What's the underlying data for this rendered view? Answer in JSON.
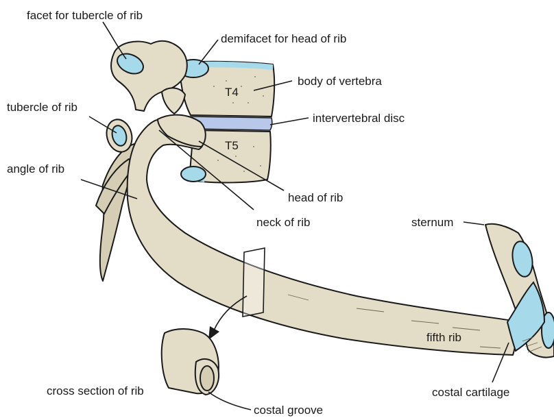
{
  "labels": {
    "facet_tubercle": "facet for tubercle of rib",
    "demifacet_head": "demifacet for head of rib",
    "body_vertebra": "body of vertebra",
    "t4": "T4",
    "t5": "T5",
    "tubercle_rib": "tubercle of rib",
    "intervertebral_disc": "intervertebral disc",
    "angle_rib": "angle of rib",
    "head_rib": "head of rib",
    "neck_rib": "neck of rib",
    "sternum": "sternum",
    "fifth_rib": "fifth rib",
    "cross_section": "cross section of rib",
    "costal_cartilage": "costal cartilage",
    "costal_groove": "costal groove"
  },
  "colors": {
    "bone": "#e3dcc7",
    "cartilage": "#a6d9ea",
    "disc": "#b8c8ea",
    "outline": "#1a1a1a"
  }
}
